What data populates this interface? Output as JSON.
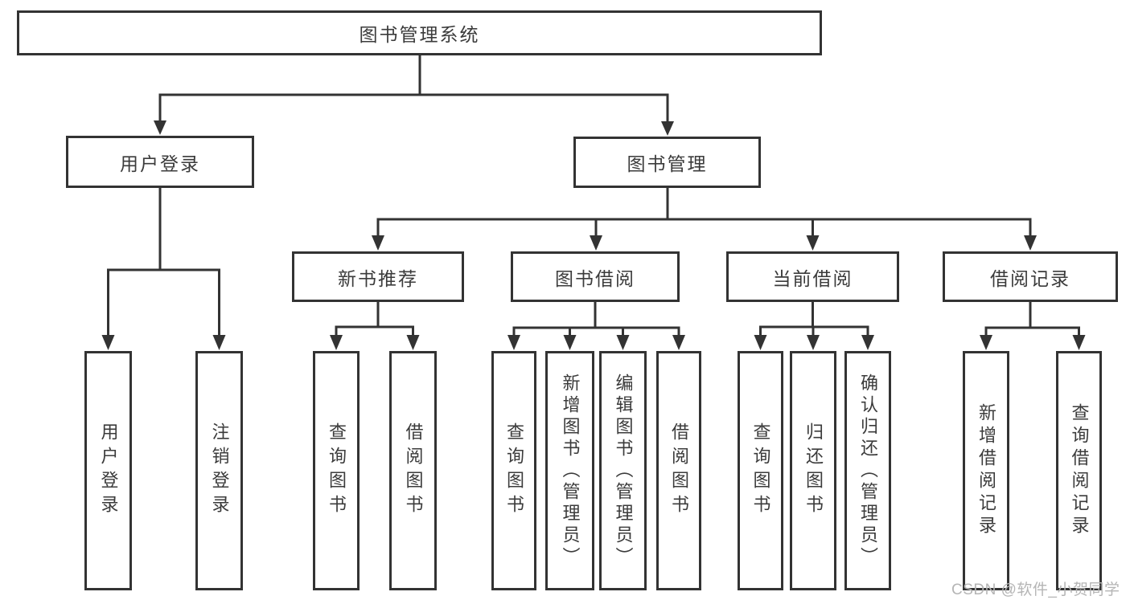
{
  "tree": {
    "root": {
      "label": "图书管理系统"
    },
    "branches": [
      {
        "label": "用户登录",
        "children": [
          {
            "label": "用户登录"
          },
          {
            "label": "注销登录"
          }
        ]
      },
      {
        "label": "图书管理",
        "children": [
          {
            "label": "新书推荐",
            "children": [
              {
                "label": "查询图书"
              },
              {
                "label": "借阅图书"
              }
            ]
          },
          {
            "label": "图书借阅",
            "children": [
              {
                "label": "查询图书"
              },
              {
                "label": "新增图书（管理员）"
              },
              {
                "label": "编辑图书（管理员）"
              },
              {
                "label": "借阅图书"
              }
            ]
          },
          {
            "label": "当前借阅",
            "children": [
              {
                "label": "查询图书"
              },
              {
                "label": "归还图书"
              },
              {
                "label": "确认归还（管理员）"
              }
            ]
          },
          {
            "label": "借阅记录",
            "children": [
              {
                "label": "新增借阅记录"
              },
              {
                "label": "查询借阅记录"
              }
            ]
          }
        ]
      }
    ]
  },
  "watermark": {
    "text": "CSDN @软件_小贺同学"
  },
  "colors": {
    "line": "#333333",
    "text": "#3b3b3b",
    "watermark": "#b5b5b5",
    "background": "#ffffff"
  }
}
